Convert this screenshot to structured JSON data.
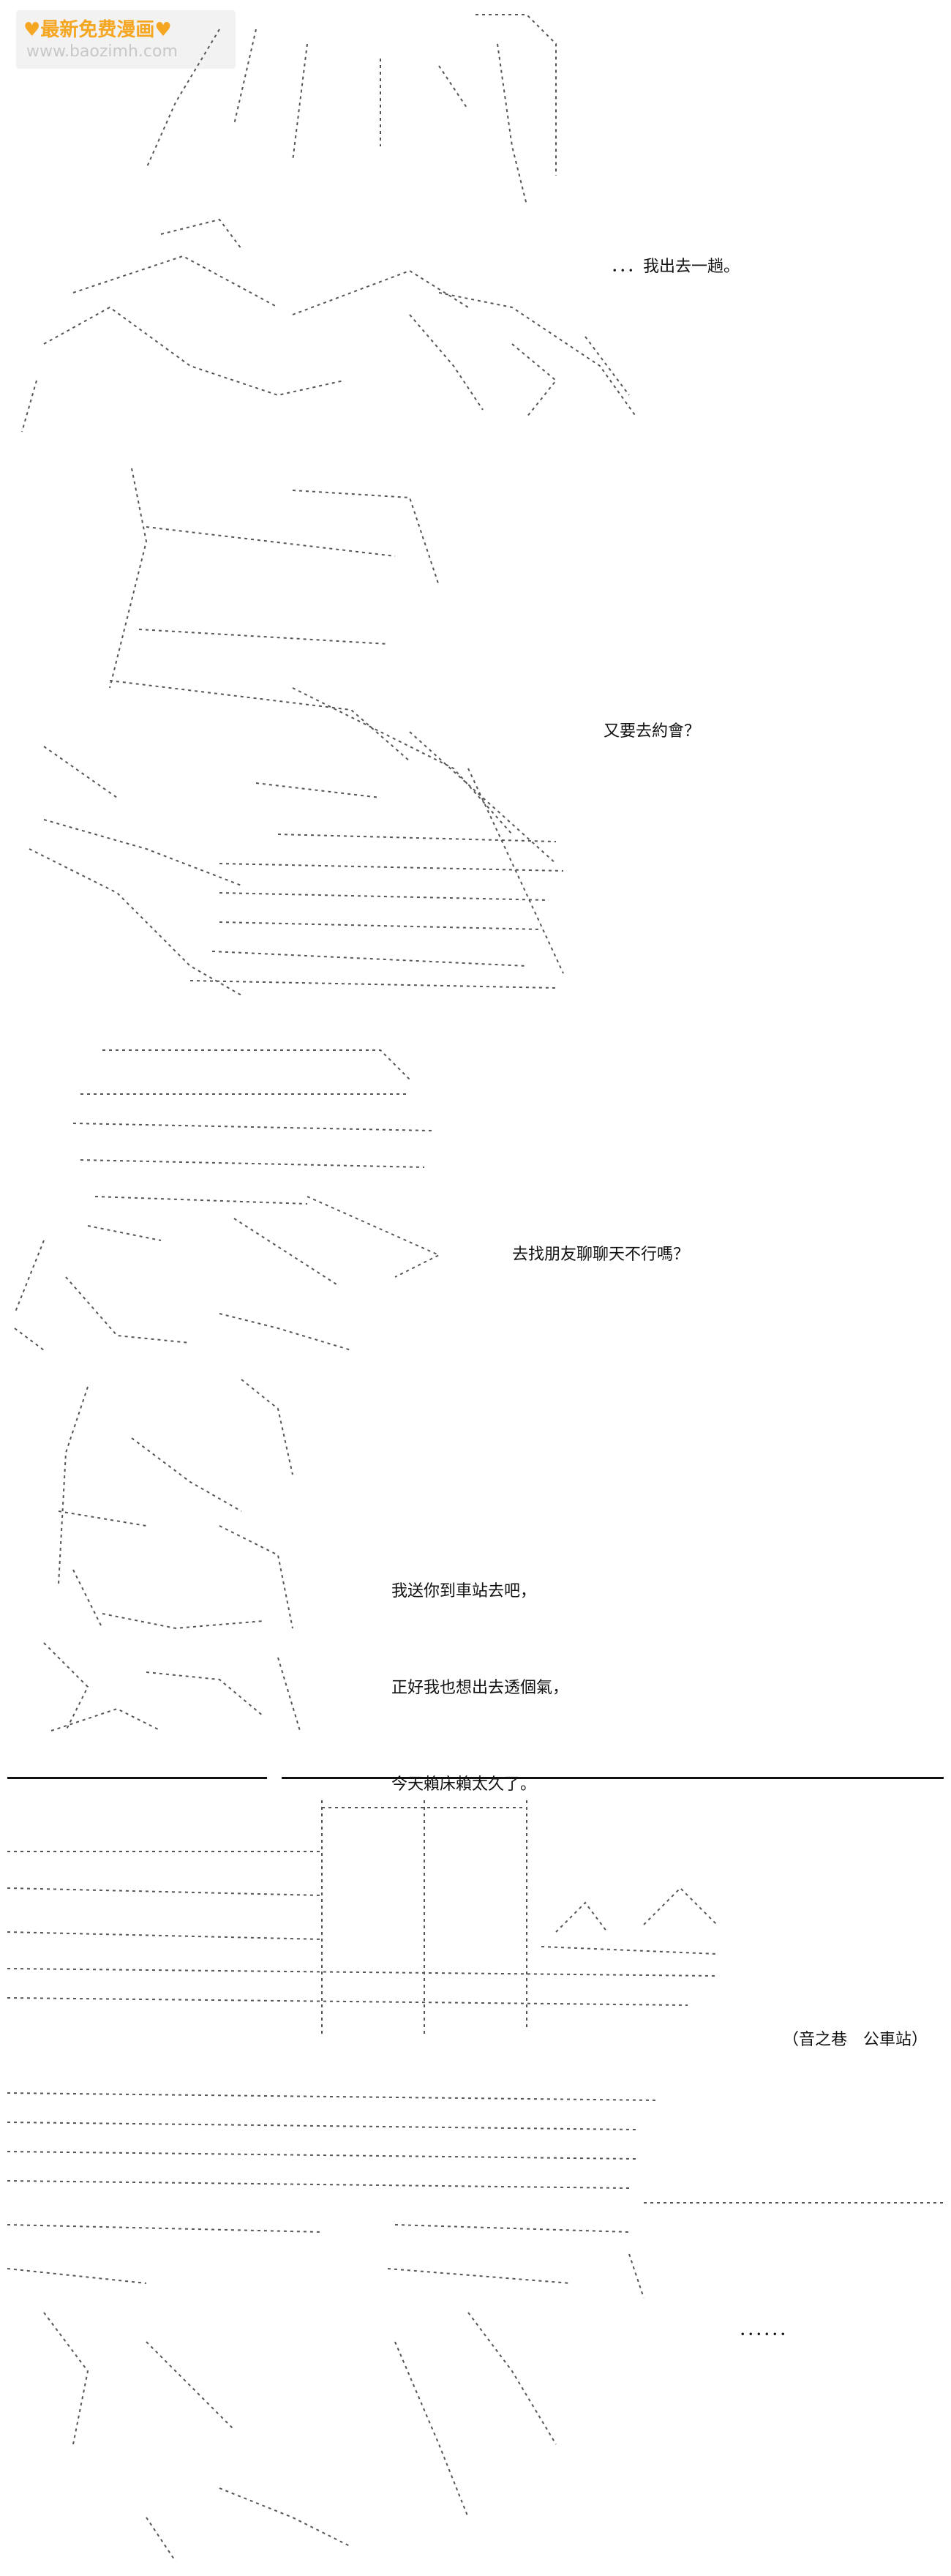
{
  "watermark": {
    "line1": "最新免费漫画",
    "line2": "www.baozimh.com",
    "icon": "heart-icon"
  },
  "panels": [
    {
      "id": "p1",
      "lines": [
        "．．．我出去一趟。"
      ]
    },
    {
      "id": "p2",
      "lines": [
        "又要去約會？"
      ]
    },
    {
      "id": "p3",
      "lines": [
        "去找朋友聊聊天不行嗎？"
      ]
    },
    {
      "id": "p4",
      "lines": [
        "我送你到車站去吧，",
        "正好我也想出去透個氣，",
        "今天賴床賴太久了。"
      ]
    },
    {
      "id": "p5",
      "lines": [
        "（音之巷　公車站）",
        "．．．．．．"
      ]
    }
  ]
}
